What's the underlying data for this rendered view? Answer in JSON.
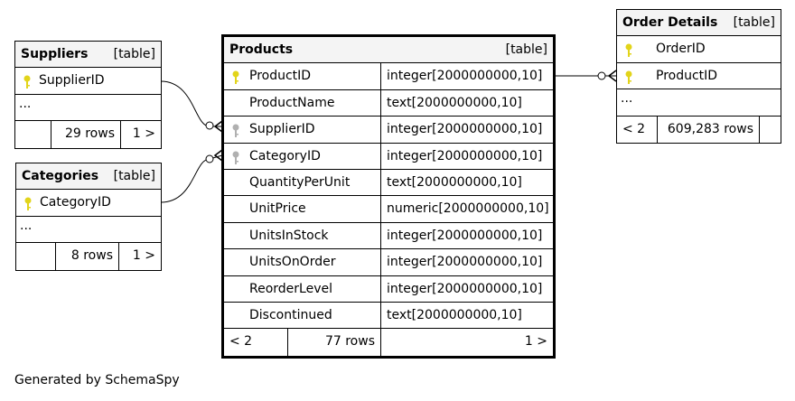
{
  "footer": "Generated by SchemaSpy",
  "colors": {
    "pk_key": "#e2d41a",
    "fk_key": "#b0b0b0",
    "header_bg": "#f4f4f4"
  },
  "tables": {
    "suppliers": {
      "name": "Suppliers",
      "type": "[table]",
      "columns": [
        {
          "name": "SupplierID",
          "key": "pk"
        }
      ],
      "ellipsis": "...",
      "rows": "29 rows",
      "nav_next": "1 >"
    },
    "categories": {
      "name": "Categories",
      "type": "[table]",
      "columns": [
        {
          "name": "CategoryID",
          "key": "pk"
        }
      ],
      "ellipsis": "...",
      "rows": "8 rows",
      "nav_next": "1 >"
    },
    "products": {
      "name": "Products",
      "type": "[table]",
      "columns": [
        {
          "name": "ProductID",
          "type": "integer[2000000000,10]",
          "key": "pk"
        },
        {
          "name": "ProductName",
          "type": "text[2000000000,10]",
          "key": ""
        },
        {
          "name": "SupplierID",
          "type": "integer[2000000000,10]",
          "key": "fk"
        },
        {
          "name": "CategoryID",
          "type": "integer[2000000000,10]",
          "key": "fk"
        },
        {
          "name": "QuantityPerUnit",
          "type": "text[2000000000,10]",
          "key": ""
        },
        {
          "name": "UnitPrice",
          "type": "numeric[2000000000,10]",
          "key": ""
        },
        {
          "name": "UnitsInStock",
          "type": "integer[2000000000,10]",
          "key": ""
        },
        {
          "name": "UnitsOnOrder",
          "type": "integer[2000000000,10]",
          "key": ""
        },
        {
          "name": "ReorderLevel",
          "type": "integer[2000000000,10]",
          "key": ""
        },
        {
          "name": "Discontinued",
          "type": "text[2000000000,10]",
          "key": ""
        }
      ],
      "nav_prev": "< 2",
      "rows": "77 rows",
      "nav_next": "1 >"
    },
    "order_details": {
      "name": "Order Details",
      "type": "[table]",
      "columns": [
        {
          "name": "OrderID",
          "key": "pk"
        },
        {
          "name": "ProductID",
          "key": "pk"
        }
      ],
      "ellipsis": "...",
      "nav_prev": "< 2",
      "rows": "609,283 rows"
    }
  }
}
